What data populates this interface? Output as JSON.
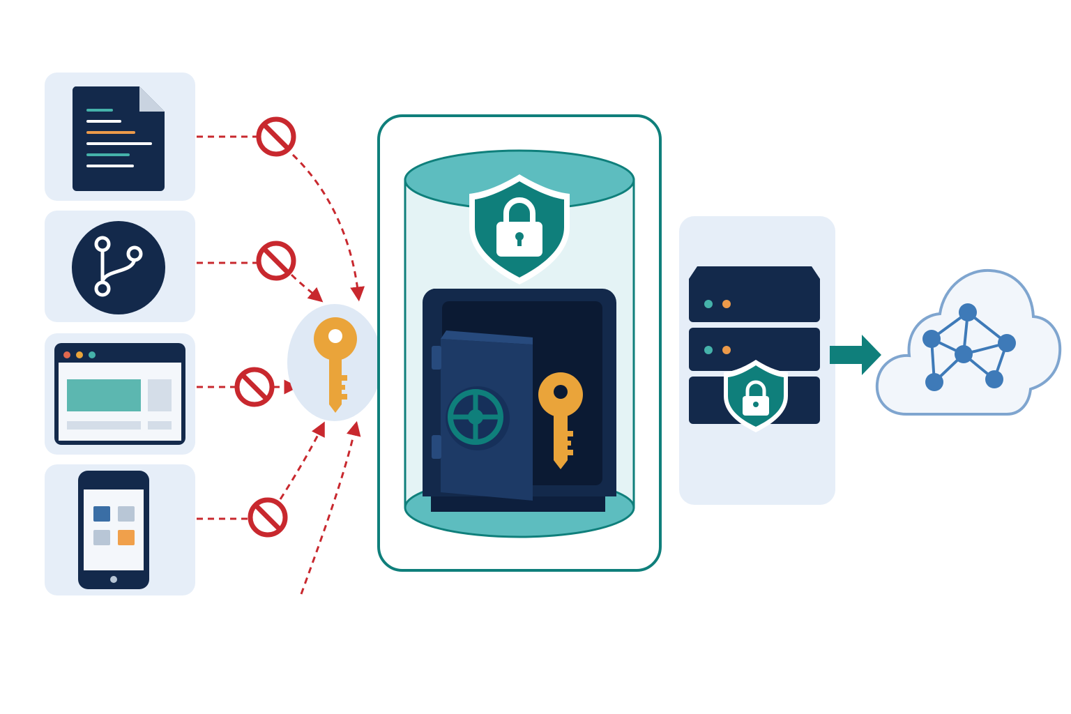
{
  "colors": {
    "background": "#ffffff",
    "panel": "#e6eef8",
    "navy": "#13294b",
    "navy_mid": "#1d3a66",
    "teal": "#0f7f7b",
    "teal_light": "#5dbdbf",
    "teal_pale": "#e4f3f5",
    "key_gold": "#eaa43a",
    "block_red": "#c8282e",
    "cloud_border": "#7fa5cf",
    "network_blue": "#3e7ab8",
    "dot_teal": "#45b2aa",
    "dot_orange": "#ec9a4a",
    "tile_blue": "#3a6ea5",
    "tile_orange": "#f0a04b",
    "tile_grey": "#b8c6d6"
  },
  "sources": [
    {
      "id": "config-file",
      "icon": "code-file-icon"
    },
    {
      "id": "git-repository",
      "icon": "git-branch-icon"
    },
    {
      "id": "web-app",
      "icon": "browser-window-icon"
    },
    {
      "id": "mobile-app",
      "icon": "mobile-phone-icon"
    }
  ],
  "blocked_paths": [
    "blocked-config-file",
    "blocked-git-repository",
    "blocked-web-app",
    "blocked-mobile-app"
  ],
  "exposed_key": {
    "icon": "key-icon"
  },
  "vault": {
    "icons": [
      "shield-lock-icon",
      "safe-icon",
      "key-icon"
    ]
  },
  "server": {
    "icons": [
      "server-rack-icon",
      "shield-lock-icon"
    ]
  },
  "cloud": {
    "icons": [
      "cloud-icon",
      "network-graph-icon"
    ]
  }
}
